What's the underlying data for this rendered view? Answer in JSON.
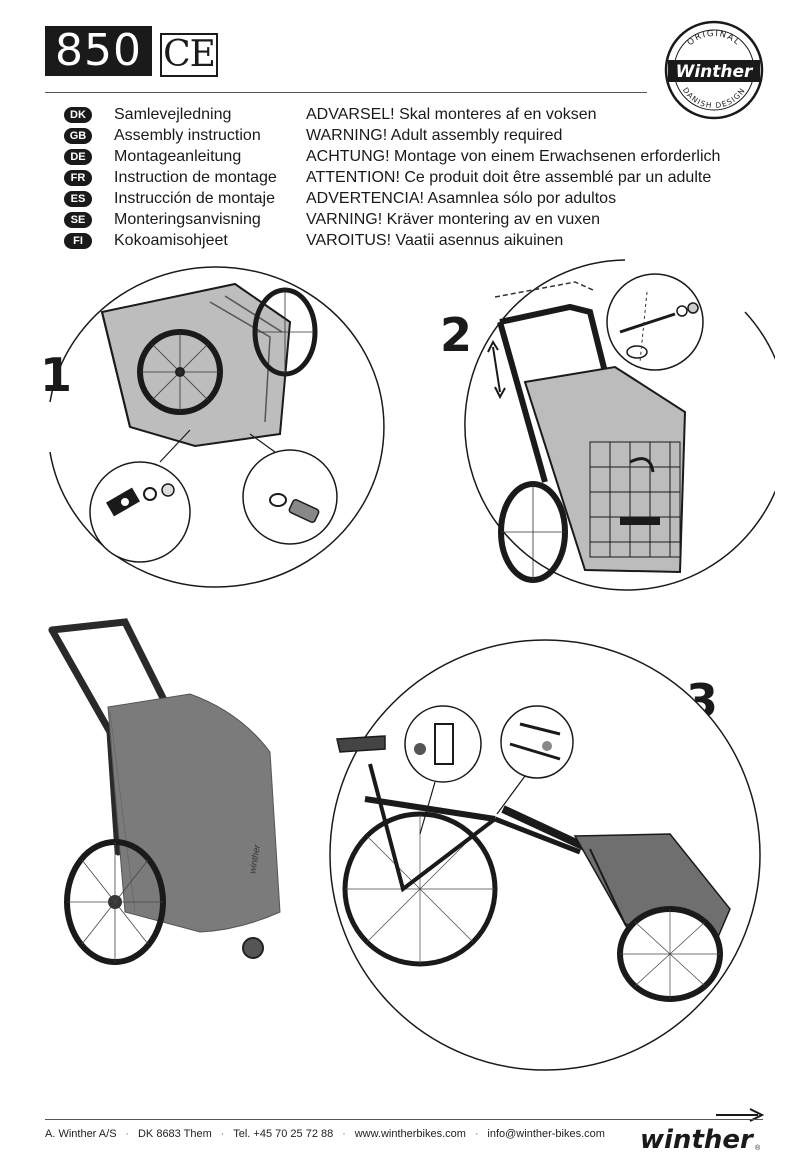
{
  "header": {
    "model_number": "850",
    "ce_mark": "CE",
    "logo": {
      "top_text": "ORIGINAL",
      "brand": "Winther",
      "bottom_text": "DANISH DESIGN"
    }
  },
  "languages": [
    {
      "code": "DK",
      "title": "Samlevejledning",
      "warning": "ADVARSEL! Skal monteres af en voksen"
    },
    {
      "code": "GB",
      "title": "Assembly instruction",
      "warning": "WARNING! Adult assembly required"
    },
    {
      "code": "DE",
      "title": "Montageanleitung",
      "warning": "ACHTUNG! Montage von einem Erwachsenen erforderlich"
    },
    {
      "code": "FR",
      "title": "Instruction de montage",
      "warning": "ATTENTION! Ce produit doit être assemblé par un adulte"
    },
    {
      "code": "ES",
      "title": "Instrucción de montaje",
      "warning": "ADVERTENCIA! Asamnlea sólo por adultos"
    },
    {
      "code": "SE",
      "title": "Monteringsanvisning",
      "warning": "VARNING! Kräver montering av en vuxen"
    },
    {
      "code": "FI",
      "title": "Kokoamisohjeet",
      "warning": "VAROITUS! Vaatii asennus aikuinen"
    }
  ],
  "steps": [
    {
      "number": "1"
    },
    {
      "number": "2"
    },
    {
      "number": "3"
    }
  ],
  "product": {
    "cover_brand": "winther"
  },
  "footer": {
    "company": "A. Winther A/S",
    "address": "DK 8683 Them",
    "phone": "Tel. +45 70 25 72 88",
    "website": "www.wintherbikes.com",
    "email": "info@winther-bikes.com",
    "separator": "·",
    "logo": "winther",
    "registered": "®"
  },
  "colors": {
    "ink": "#1a1a1a",
    "cover_gray": "#7b7b7b",
    "frame": "#2a2a2a"
  }
}
